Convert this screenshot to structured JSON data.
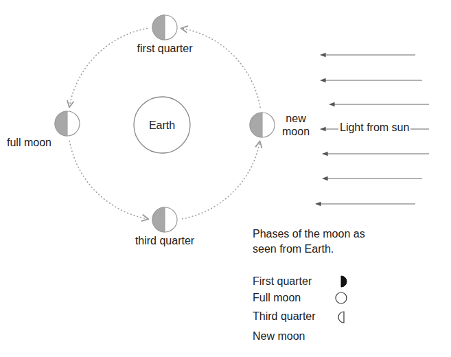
{
  "diagram": {
    "nodes": [
      {
        "text": [
          "first quarter"
        ]
      },
      {
        "text": [
          "full moon"
        ]
      },
      {
        "text": [
          "Earth"
        ]
      },
      {
        "text": [
          "new moon"
        ]
      },
      {
        "text": [
          "third quarter"
        ]
      }
    ],
    "edges": [
      {
        "from": 3,
        "to": 0,
        "arrow": "to"
      },
      {
        "from": 0,
        "to": 1,
        "arrow": "to"
      },
      {
        "from": 1,
        "to": 4,
        "arrow": "to"
      },
      {
        "from": 4,
        "to": 3,
        "arrow": "to"
      }
    ],
    "labels": [
      "Light from sun",
      "Phases of the moon as seen from Earth."
    ],
    "legend": [
      {
        "text": "First quarter"
      },
      {
        "text": "Full moon"
      },
      {
        "text": "Third quarter"
      },
      {
        "text": "New moon"
      }
    ]
  }
}
